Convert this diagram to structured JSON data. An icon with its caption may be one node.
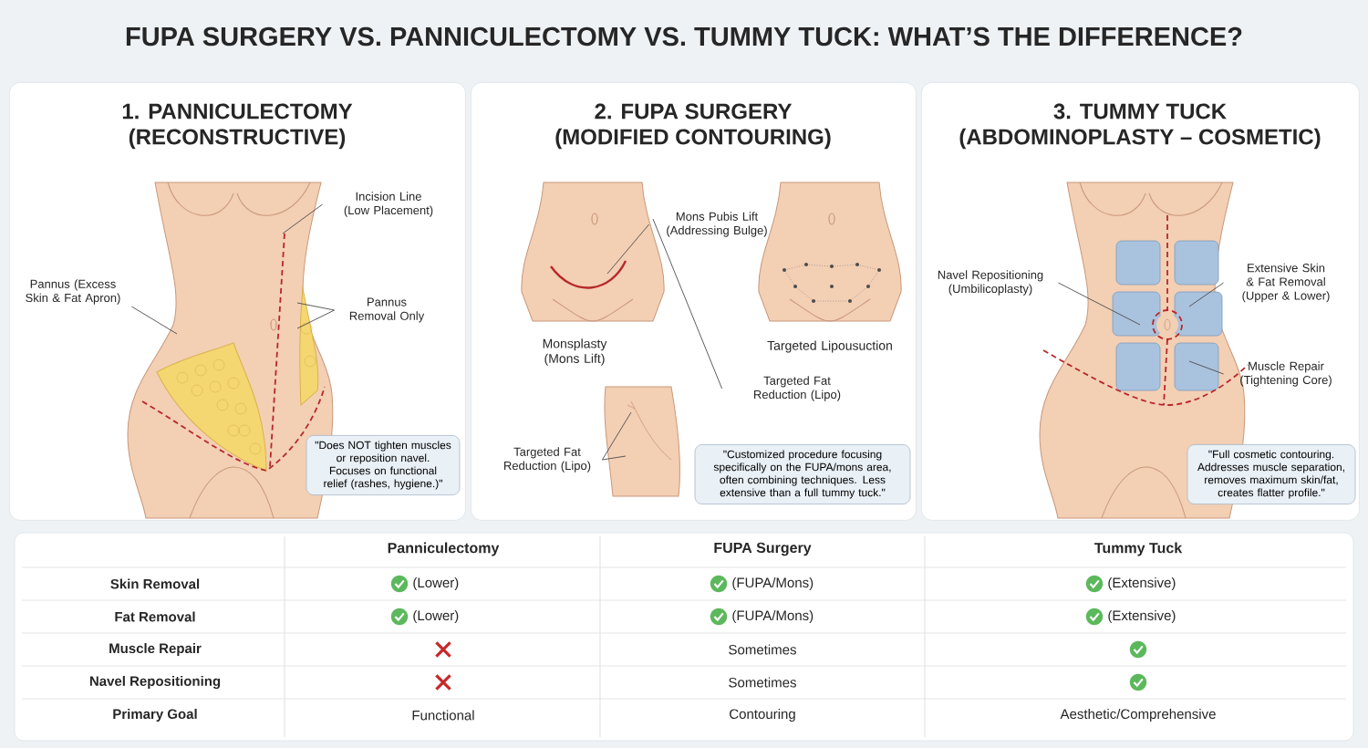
{
  "diagram": {
    "title": "FUPA SURGERY VS. PANNICULECTOMY VS. TUMMY TUCK: WHAT’S THE DIFFERENCE?",
    "nodes": [
      {
        "text": [
          "1. PANNICULECTOMY",
          "(RECONSTRUCTIVE)"
        ]
      },
      {
        "text": [],
        "shape": "picture",
        "in": 0
      },
      {
        "text": [
          "Incision Line (Low Placement)"
        ],
        "in": 0
      },
      {
        "text": [
          "Pannus (Excess Skin & Fat Apron)"
        ],
        "in": 0
      },
      {
        "text": [
          "Pannus Removal Only"
        ],
        "in": 0
      },
      {
        "text": [
          "\"Does NOT tighten muscles or reposition navel. Focuses on functional relief (rashes, hygiene.)\""
        ],
        "in": 0
      },
      {
        "text": [
          "2. FUPA SURGERY",
          "(MODIFIED CONTOURING)"
        ]
      },
      {
        "text": [],
        "shape": "picture",
        "in": 6,
        "beside": [
          "Monsplasty (Mons Lift)"
        ]
      },
      {
        "text": [],
        "shape": "picture",
        "in": 6,
        "beside": [
          "Targeted Lipousuction"
        ]
      },
      {
        "text": [],
        "shape": "picture",
        "in": 6
      },
      {
        "text": [
          "Mons Pubis Lift (Addressing Bulge)"
        ],
        "in": 6
      },
      {
        "text": [
          "Targeted Fat Reduction (Lipo)"
        ],
        "in": 6
      },
      {
        "text": [
          "Targeted Fat Reduction (Lipo)"
        ],
        "in": 6
      },
      {
        "text": [
          "\"Customized procedure focusing specifically on the FUPA/mons area, often combining techniques. Less extensive than a full tummy tuck.\""
        ],
        "in": 6
      },
      {
        "text": [
          "3. TUMMY TUCK",
          "(ABDOMINOPLASTY – COSMETIC)"
        ]
      },
      {
        "text": [],
        "shape": "picture",
        "in": 14
      },
      {
        "text": [
          "Navel Repositioning (Umbilicoplasty)"
        ],
        "in": 14
      },
      {
        "text": [
          "Extensive Skin & Fat Removal (Upper & Lower)"
        ],
        "in": 14
      },
      {
        "text": [
          "Muscle Repair (Tightening Core)"
        ],
        "in": 14
      },
      {
        "text": [
          "\"Full cosmetic contouring. Addresses muscle separation, removes maximum skin/fat, creates flatter profile.\""
        ],
        "in": 14
      }
    ],
    "edges": [
      {
        "from": 2,
        "to": 1,
        "arrow": "none"
      },
      {
        "from": 3,
        "to": 1,
        "arrow": "none"
      },
      {
        "from": 4,
        "to": 1,
        "arrow": "none"
      },
      {
        "from": 4,
        "to": 1,
        "arrow": "none"
      },
      {
        "from": 10,
        "to": 7,
        "arrow": "none"
      },
      {
        "from": 11,
        "to": 7,
        "arrow": "none"
      },
      {
        "from": 12,
        "to": 9,
        "arrow": "none"
      },
      {
        "from": 12,
        "to": 9,
        "arrow": "none"
      },
      {
        "from": 16,
        "to": 15,
        "arrow": "none"
      },
      {
        "from": 17,
        "to": 15,
        "arrow": "none"
      },
      {
        "from": 18,
        "to": 15,
        "arrow": "none"
      }
    ],
    "labels": [
      "Panniculectomy",
      "FUPA Surgery",
      "Tummy Tuck",
      "Skin Removal",
      "(Lower)",
      "(FUPA/Mons)",
      "(Extensive)",
      "Fat Removal",
      "(Lower)",
      "(FUPA/Mons)",
      "(Extensive)",
      "Muscle Repair",
      "Sometimes",
      "Navel Repositioning",
      "Sometimes",
      "Primary Goal",
      "Functional",
      "Contouring",
      "Aesthetic/Comprehensive"
    ]
  }
}
